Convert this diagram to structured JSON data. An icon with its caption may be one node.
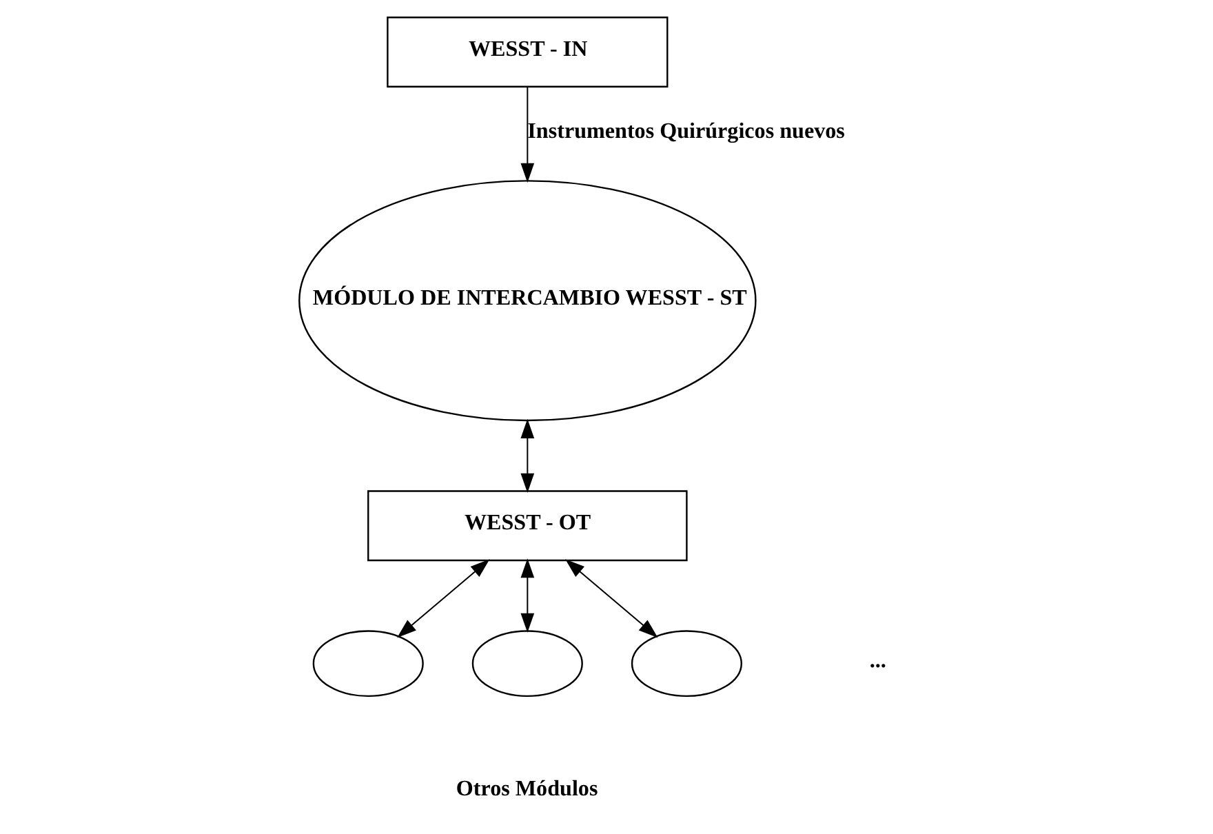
{
  "diagram": {
    "nodes": [
      {
        "text": [
          "WESST - OT"
        ]
      },
      {
        "text": [
          "MÓDULO DE INTERCAMBIO WESST - ST"
        ]
      },
      {
        "text": [],
        "shape": "ellipse"
      },
      {
        "text": [],
        "shape": "ellipse"
      },
      {
        "text": [],
        "shape": "ellipse"
      },
      {
        "text": [
          "WESST - IN"
        ]
      }
    ],
    "edges": [
      {
        "from": 1,
        "to": 0,
        "arrow": "both"
      },
      {
        "from": 0,
        "to": 2,
        "arrow": "both"
      },
      {
        "from": 0,
        "to": 3,
        "arrow": "both"
      },
      {
        "from": 0,
        "to": 4,
        "arrow": "both"
      },
      {
        "from": 5,
        "to": 1,
        "arrow": "to",
        "label": "Instrumentos Quirúrgicos nuevos"
      }
    ],
    "labels": [
      "...",
      "Otros Módulos"
    ]
  }
}
